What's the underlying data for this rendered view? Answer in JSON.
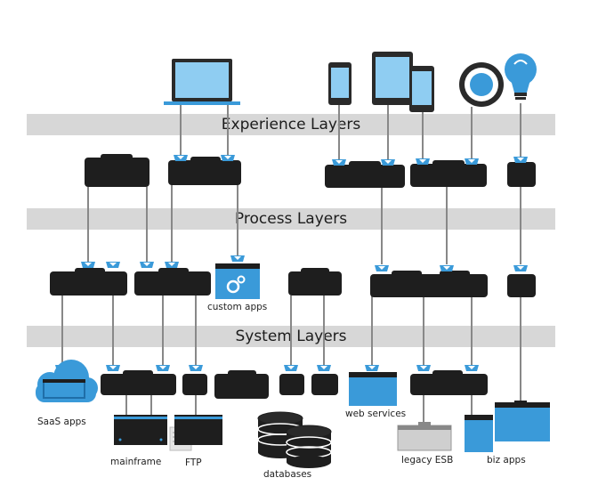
{
  "layers": {
    "experience": "Experience Layers",
    "process": "Process Layers",
    "system": "System Layers"
  },
  "captions": {
    "custom_apps": "custom apps",
    "saas_apps": "SaaS apps",
    "mainframe": "mainframe",
    "ftp": "FTP",
    "databases": "databases",
    "web_services": "web services",
    "legacy_esb": "legacy ESB",
    "biz_apps": "biz apps"
  },
  "colors": {
    "node": "#1e1e1e",
    "accent": "#3a9ad9",
    "accent_dark": "#1f6ea8",
    "band": "#d7d7d7",
    "line": "#888888"
  }
}
